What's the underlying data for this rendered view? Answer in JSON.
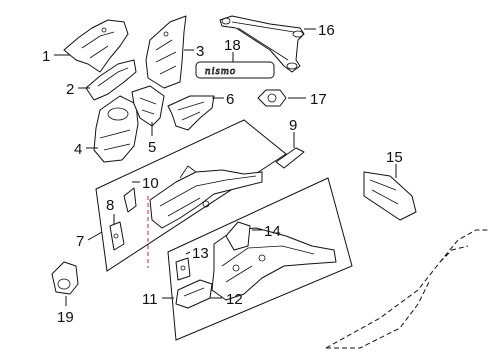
{
  "callouts": {
    "c1": "1",
    "c2": "2",
    "c3": "3",
    "c4": "4",
    "c5": "5",
    "c6": "6",
    "c7": "7",
    "c8": "8",
    "c9": "9",
    "c10": "10",
    "c11": "11",
    "c12": "12",
    "c13": "13",
    "c14": "14",
    "c15": "15",
    "c16": "16",
    "c17": "17",
    "c18": "18",
    "c19": "19"
  },
  "badge": {
    "text": "nismo"
  },
  "colors": {
    "line": "#111111",
    "centerline": "#e0202a",
    "background": "#ffffff"
  }
}
